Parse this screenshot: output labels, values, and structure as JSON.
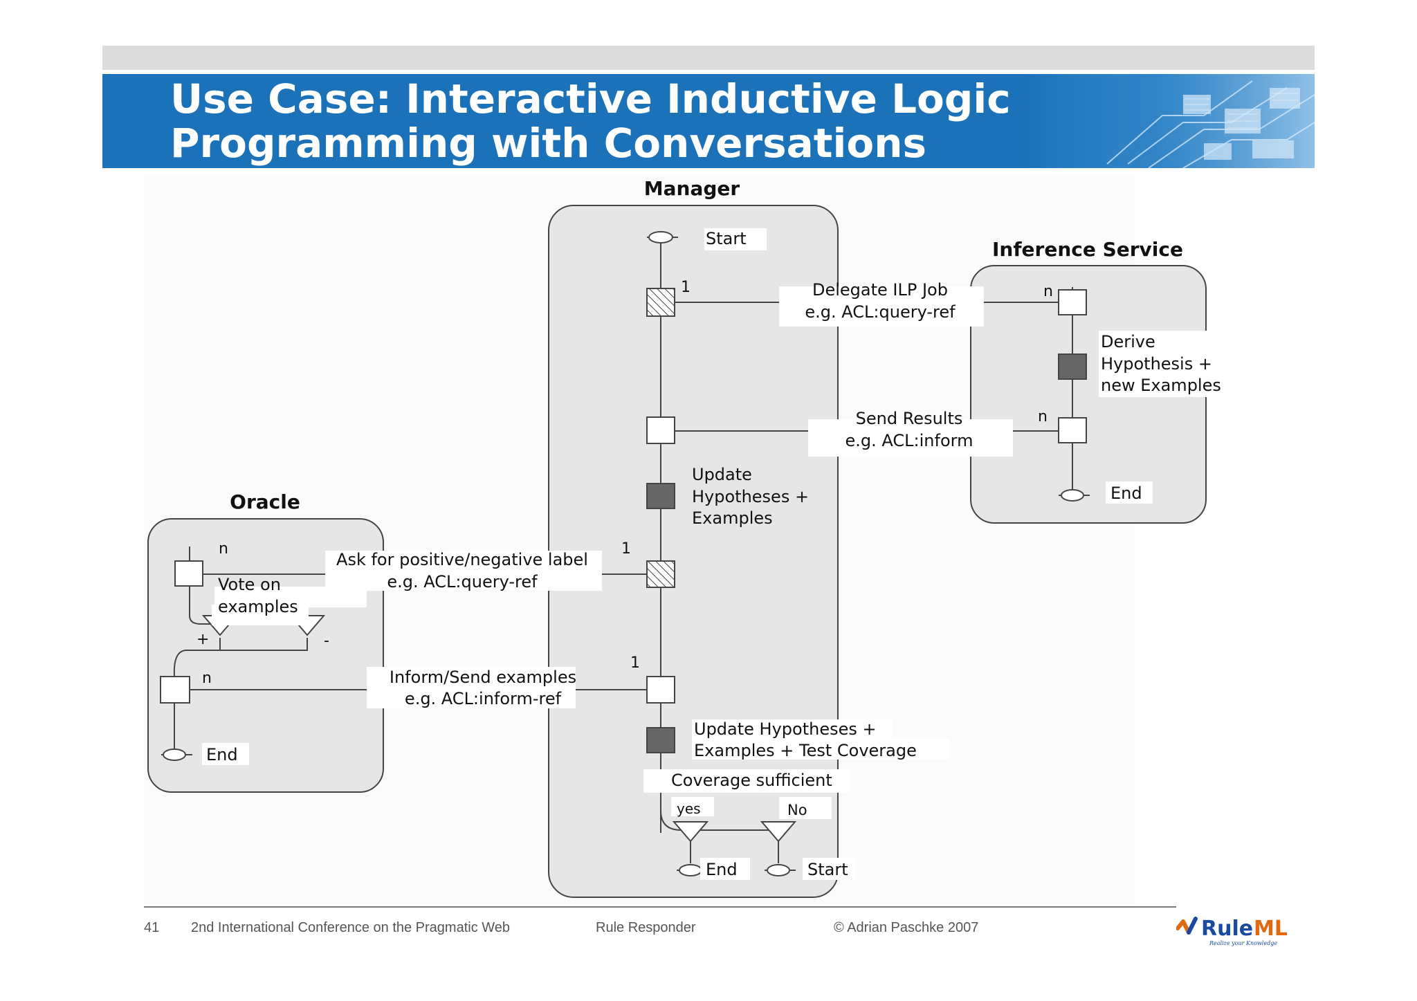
{
  "title": {
    "line1": "Use Case: Interactive Inductive Logic",
    "line2": "Programming  with Conversations"
  },
  "lanes": {
    "manager": "Manager",
    "inference": "Inference Service",
    "oracle": "Oracle"
  },
  "manager": {
    "start": "Start",
    "mult1": "1",
    "update1": [
      "Update",
      "Hypotheses +",
      "Examples"
    ],
    "mult2": "1",
    "mult3": "1",
    "update2": [
      "Update Hypotheses +",
      "Examples + Test Coverage"
    ],
    "coverage": "Coverage sufficient",
    "yes": "yes",
    "no": "No",
    "end": "End",
    "start2": "Start"
  },
  "inference": {
    "n1": "n",
    "derive": [
      "Derive",
      "Hypothesis +",
      "new Examples"
    ],
    "n2": "n",
    "end": "End"
  },
  "oracle": {
    "n1": "n",
    "vote": [
      "Vote on",
      "examples"
    ],
    "plus": "+",
    "minus": "-",
    "n2": "n",
    "end": "End"
  },
  "messages": {
    "delegate": [
      "Delegate ILP Job",
      "e.g. ACL:query-ref"
    ],
    "results": [
      "Send Results",
      "e.g. ACL:inform"
    ],
    "ask": [
      "Ask for positive/negative label",
      "e.g. ACL:query-ref"
    ],
    "inform": [
      "Inform/Send examples",
      "e.g. ACL:inform-ref"
    ]
  },
  "footer": {
    "page": "41",
    "conference": "2nd International Conference on the Pragmatic Web",
    "talk": "Rule Responder",
    "copyright": "© Adrian Paschke 2007"
  },
  "logo": {
    "name": "RuleML",
    "tagline": "Realize your Knowledge"
  },
  "colors": {
    "title_band": "#1b72b8",
    "lane_fill": "#e6e6e6",
    "activity_fill": "#666666",
    "brand_blue": "#1a4aa0",
    "brand_orange": "#e06a10"
  }
}
